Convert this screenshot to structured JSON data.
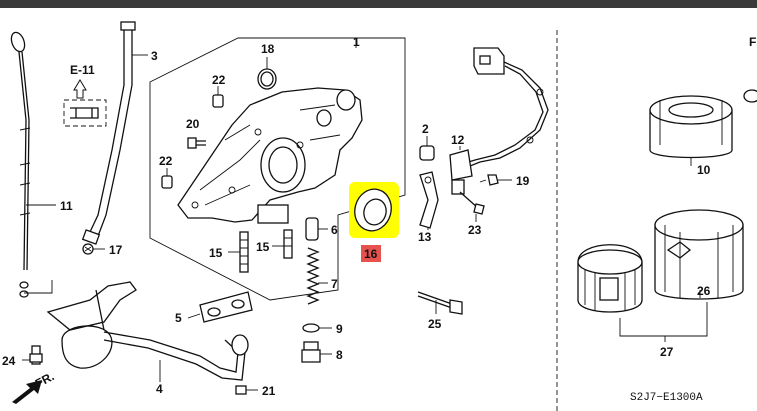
{
  "diagram": {
    "ref_code": "S2J7−E1300A",
    "section_ref": "E-11",
    "fr_label": "FR.",
    "corner_letter": "F",
    "highlight_color": "#ffff00",
    "highlight_label_color": "#e3342f",
    "callouts": {
      "c1": "1",
      "c2": "2",
      "c3": "3",
      "c4": "4",
      "c5": "5",
      "c6": "6",
      "c7": "7",
      "c8": "8",
      "c9": "9",
      "c10": "10",
      "c11": "11",
      "c12": "12",
      "c13": "13",
      "c15a": "15",
      "c15b": "15",
      "c16": "16",
      "c17": "17",
      "c18": "18",
      "c19": "19",
      "c20": "20",
      "c21": "21",
      "c22a": "22",
      "c22b": "22",
      "c23": "23",
      "c24": "24",
      "c25": "25",
      "c26": "26",
      "c27": "27"
    }
  }
}
